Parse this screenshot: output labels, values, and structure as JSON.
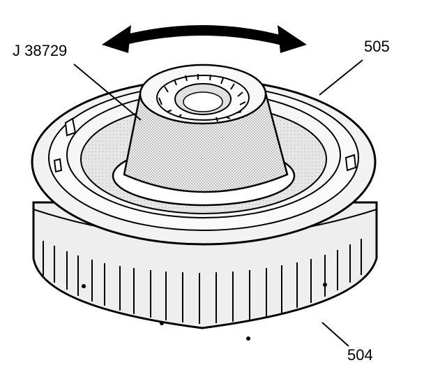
{
  "labels": {
    "tool": "J 38729",
    "upper_part": "505",
    "lower_part": "504"
  }
}
